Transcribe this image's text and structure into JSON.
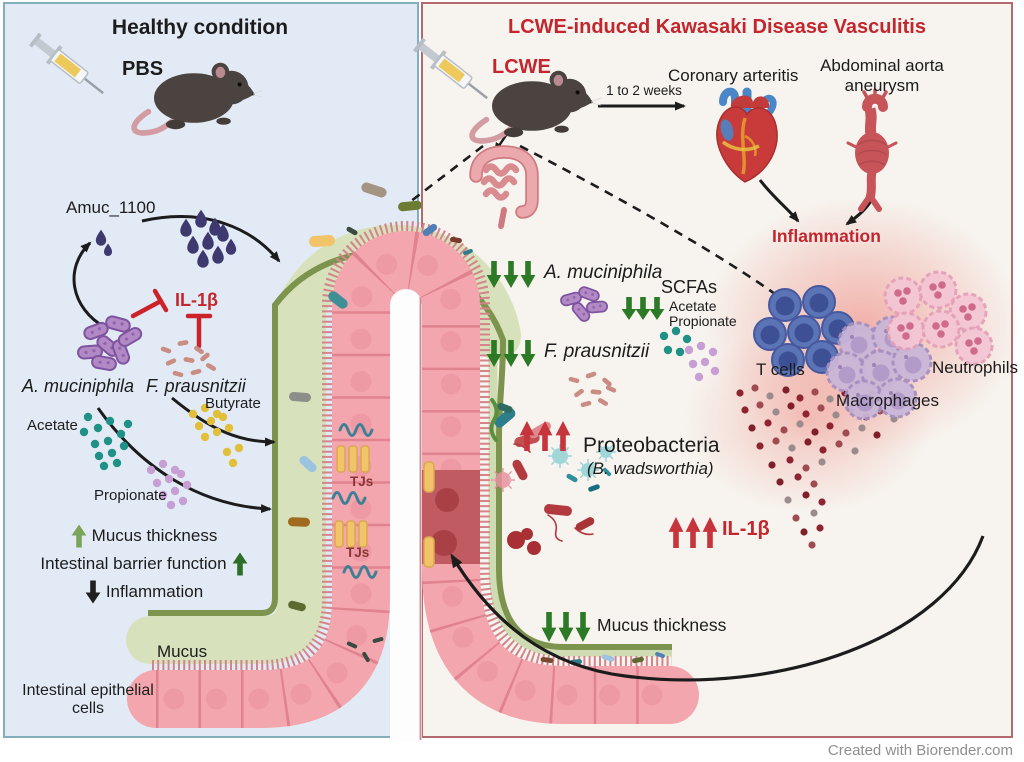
{
  "colors": {
    "accent_red": "#c4262e",
    "trend_green": "#2d7a26",
    "trend_red": "#c5353b",
    "panel_left_bg": "#e2ebf5",
    "panel_left_border": "#84aebc",
    "panel_right_bg": "#f7f4ef",
    "panel_right_border": "#b26a6e",
    "mucus_green": "#d7e2bd",
    "epithelium_pink": "#f4a6ae"
  },
  "left_panel": {
    "title": "Healthy condition",
    "injection_label": "PBS",
    "amuc_label": "Amuc_1100",
    "il1b_label": "IL-1β",
    "a_muciniphila_label": "A. muciniphila",
    "f_prausnitzii_label": "F. prausnitzii",
    "butyrate_label": "Butyrate",
    "acetate_label": "Acetate",
    "propionate_label": "Propionate",
    "effects": [
      {
        "label": "Mucus thickness",
        "direction": "up",
        "arrow_position": "before",
        "arrow_color": "#7aa45a"
      },
      {
        "label": "Intestinal barrier function",
        "direction": "up",
        "arrow_position": "after",
        "arrow_color": "#2d6e28"
      },
      {
        "label": "Inflammation",
        "direction": "down",
        "arrow_position": "before",
        "arrow_color": "#1f1f1f"
      }
    ],
    "mucus_label": "Mucus",
    "epithelial_label": "Intestinal epithelial cells",
    "tight_junction_label": "TJs"
  },
  "right_panel": {
    "title": "LCWE-induced Kawasaki Disease Vasculitis",
    "injection_label": "LCWE",
    "timeline_label": "1 to 2 weeks",
    "coronary_label": "Coronary arteritis",
    "abdominal_label": "Abdominal aorta aneurysm",
    "inflammation_label": "Inflammation",
    "t_cells_label": "T cells",
    "macrophages_label": "Macrophages",
    "neutrophils_label": "Neutrophils",
    "trends": {
      "a_muciniphila": {
        "label": "A. muciniphila",
        "direction": "down",
        "arrow_count": 3
      },
      "scfas": {
        "label": "SCFAs",
        "direction": "down",
        "arrow_count": 3,
        "items": [
          "Acetate",
          "Propionate"
        ]
      },
      "f_prausnitzii": {
        "label": "F. prausnitzii",
        "direction": "down",
        "arrow_count": 3
      },
      "proteobacteria": {
        "label": "Proteobacteria",
        "sublabel": "(B. wadsworthia)",
        "direction": "up",
        "arrow_count": 3
      },
      "il1b": {
        "label": "IL-1β",
        "direction": "up",
        "arrow_count": 3
      },
      "mucus_thickness": {
        "label": "Mucus thickness",
        "direction": "down",
        "arrow_count": 3
      }
    }
  },
  "footer": {
    "credit": "Created with Biorender.com"
  }
}
